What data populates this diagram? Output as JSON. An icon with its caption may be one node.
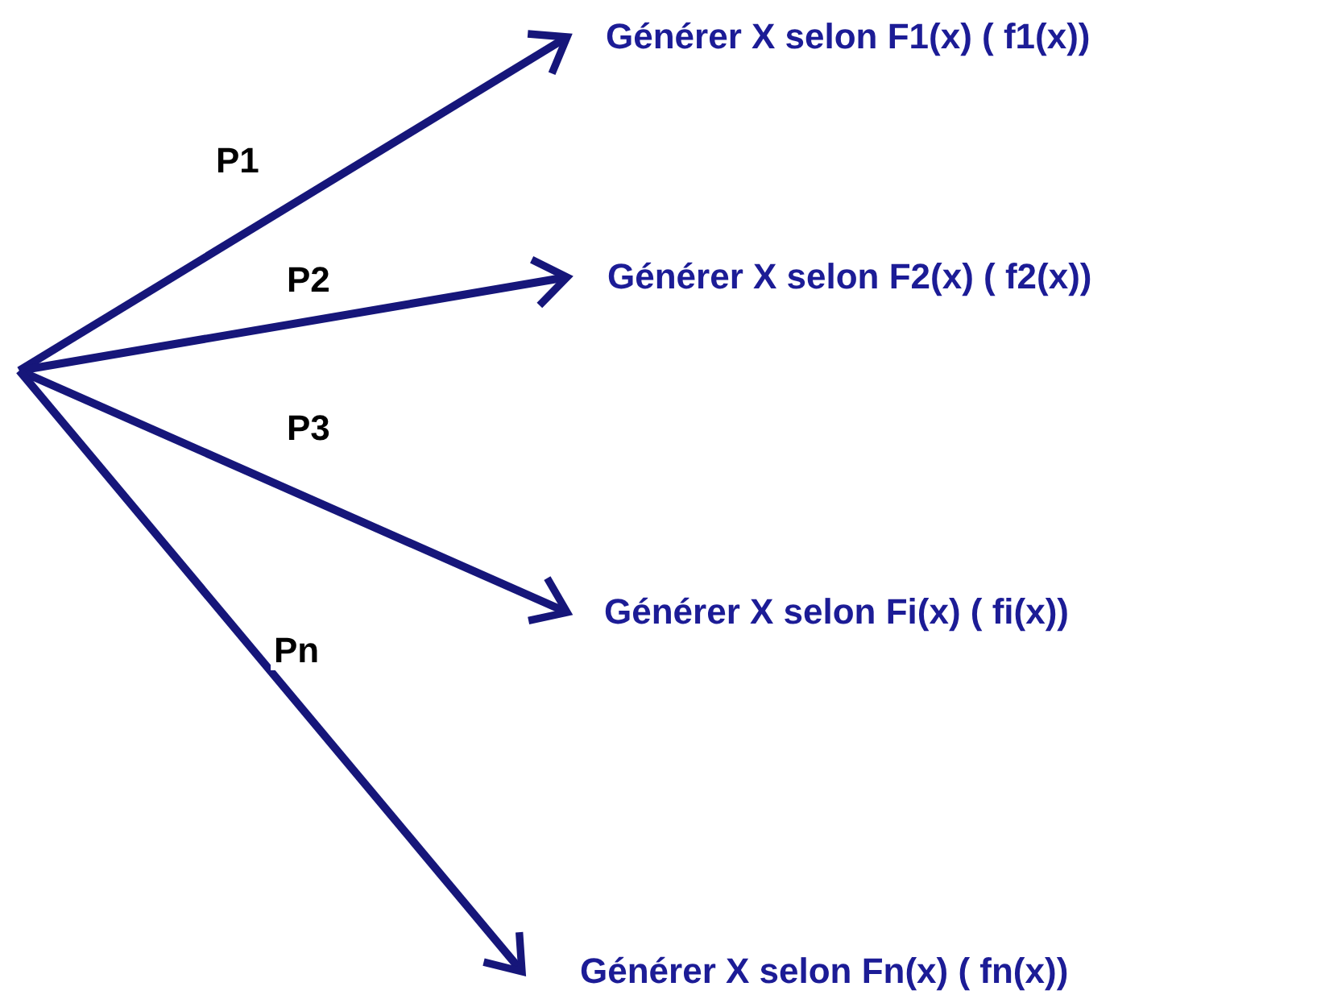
{
  "diagram": {
    "nodes": [
      {
        "text": [
          "Générer X selon F1(x) ( f1(x))"
        ]
      },
      {
        "text": [
          "Générer X selon F2(x) ( f2(x))"
        ]
      },
      {
        "text": [
          "Générer X selon Fi(x) ( fi(x))"
        ]
      },
      {
        "text": [
          "Générer X selon Fn(x) ( fn(x))"
        ]
      }
    ],
    "edges": [
      {
        "from": null,
        "to": 0,
        "arrow": "to",
        "label": "P1"
      },
      {
        "from": null,
        "to": 1,
        "arrow": "to",
        "label": "P2"
      },
      {
        "from": null,
        "to": 2,
        "arrow": "to",
        "label": "P3"
      },
      {
        "from": null,
        "to": 3,
        "arrow": "to",
        "label": "Pn"
      }
    ]
  }
}
